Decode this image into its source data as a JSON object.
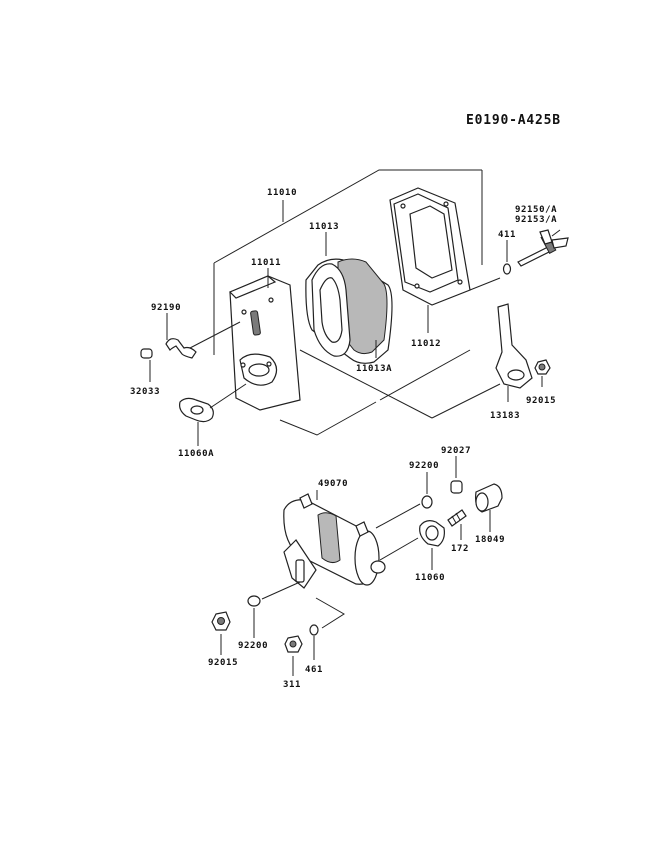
{
  "diagram_code": "E0190-A425B",
  "part_labels": {
    "p11010": "11010",
    "p11013": "11013",
    "p11011": "11011",
    "p92150": "92150/A",
    "p92153": "92153/A",
    "p411": "411",
    "p92190": "92190",
    "p11012": "11012",
    "p32033": "32033",
    "p11013A": "11013A",
    "p92015a": "92015",
    "p13183": "13183",
    "p11060A": "11060A",
    "p92027": "92027",
    "p92200a": "92200",
    "p49070": "49070",
    "p18049": "18049",
    "p172": "172",
    "p11060": "11060",
    "p92200b": "92200",
    "p92015b": "92015",
    "p461": "461",
    "p311": "311"
  }
}
